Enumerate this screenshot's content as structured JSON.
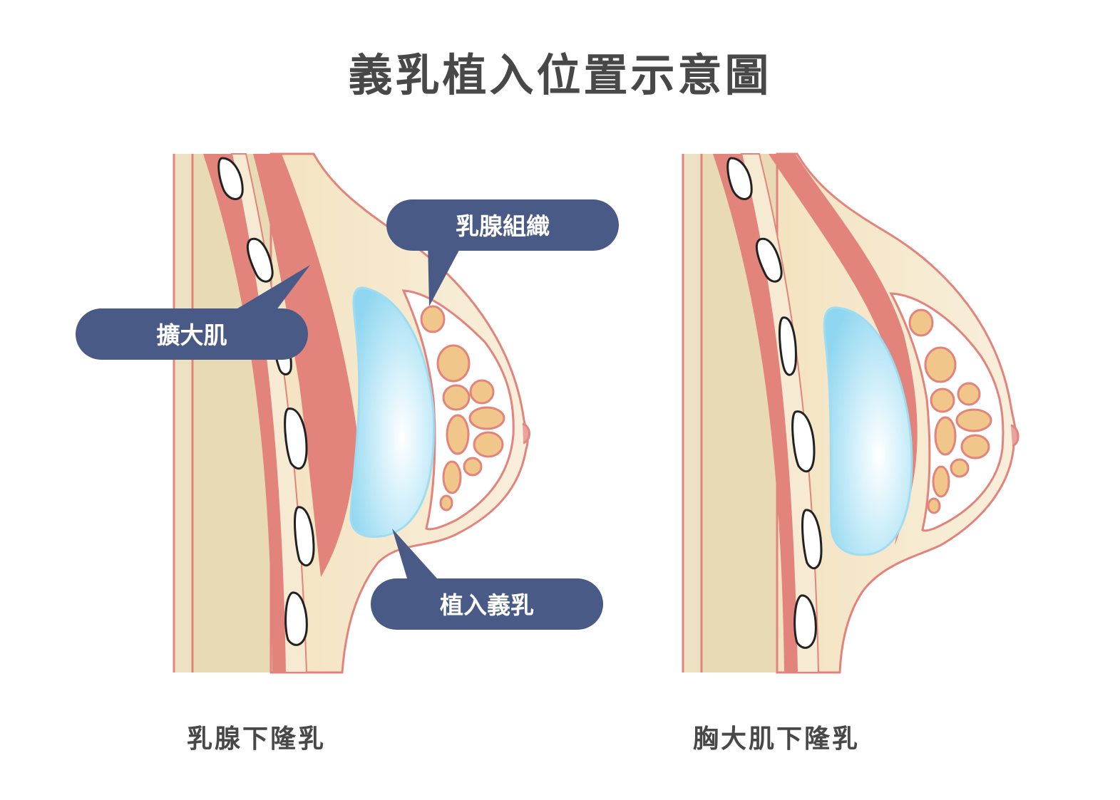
{
  "title": "義乳植入位置示意圖",
  "callouts": {
    "muscle": "擴大肌",
    "gland": "乳腺組織",
    "implant": "植入義乳"
  },
  "captions": {
    "left": "乳腺下隆乳",
    "right": "胸大肌下隆乳"
  },
  "colors": {
    "callout_bg": "#4a5a86",
    "muscle": "#e2847c",
    "skin": "#f4e8cc",
    "chest_wall": "#e8dab4",
    "fat_lobule": "#f0c68a",
    "implant": "#9fdcf2",
    "title_text": "#484848"
  }
}
